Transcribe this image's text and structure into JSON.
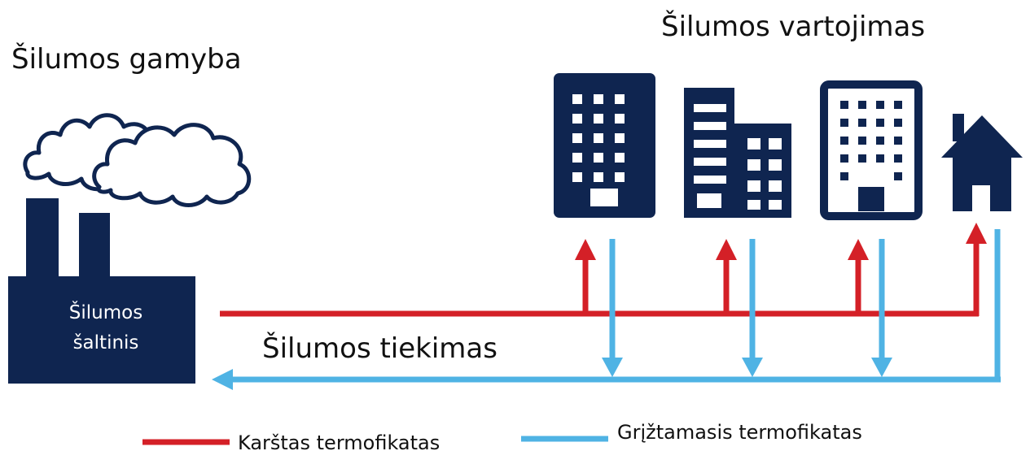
{
  "colors": {
    "navy": "#0f2550",
    "hot": "#d42027",
    "return": "#4fb3e4",
    "text": "#111111"
  },
  "labels": {
    "production": "Šilumos gamyba",
    "consumption": "Šilumos vartojimas",
    "supply": "Šilumos tiekimas",
    "source_line1": "Šilumos",
    "source_line2": "šaltinis"
  },
  "legend": {
    "hot": "Karštas termofikatas",
    "return": "Grįžtamasis termofikatas"
  },
  "icons": {
    "factory": "factory-icon",
    "smoke": "smoke-cloud-icon",
    "buildings": [
      "office-building-icon",
      "apartment-building-icon",
      "tower-building-icon",
      "house-icon"
    ]
  }
}
